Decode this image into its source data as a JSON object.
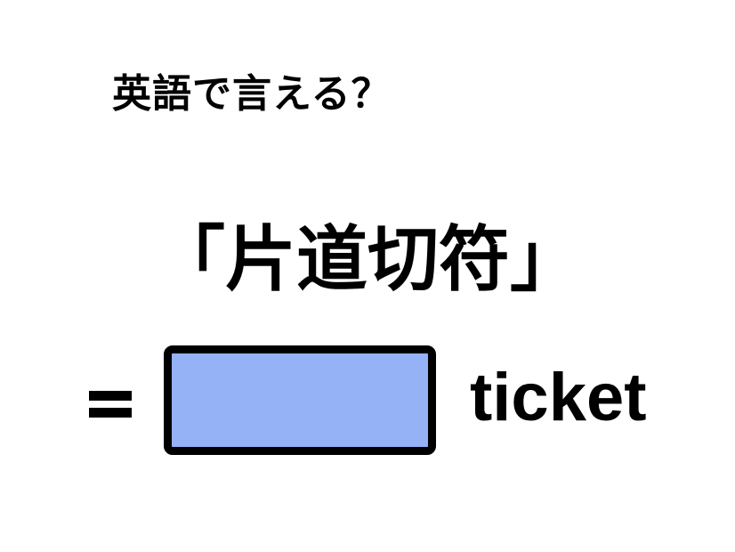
{
  "card": {
    "background_color": "#ffffff",
    "text_color": "#000000",
    "header": {
      "question": "英語で言える？"
    },
    "phrase": {
      "text": "「片道切符」"
    },
    "equation": {
      "equals": "=",
      "blank_box": {
        "fill_color": "#95B2F7",
        "border_color": "#000000"
      },
      "answer_suffix": "ticket"
    }
  }
}
